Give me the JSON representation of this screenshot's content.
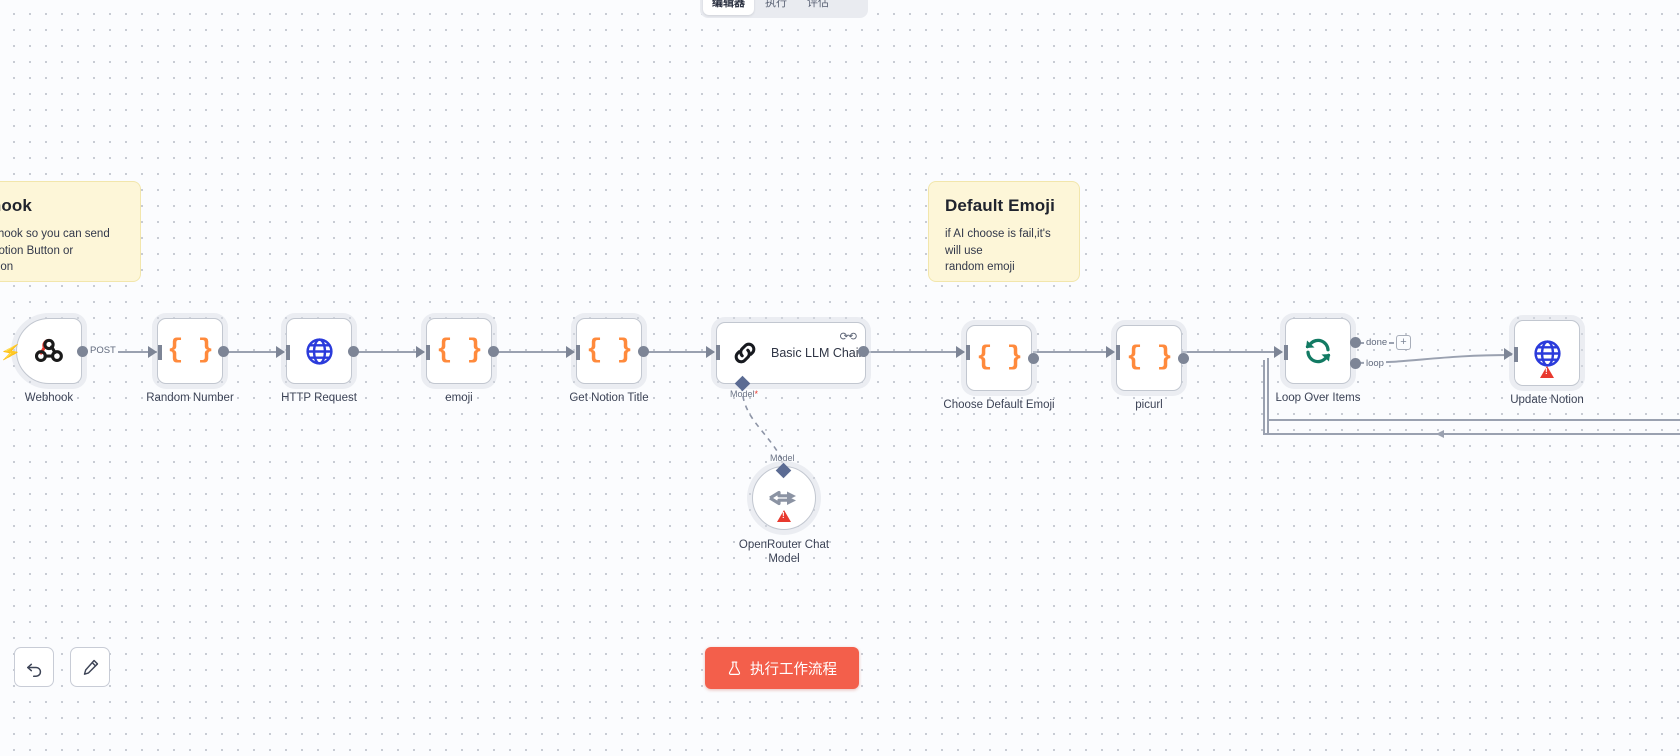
{
  "app": {
    "name": "n8n-workflow-canvas"
  },
  "tabs": [
    {
      "label": "编辑器",
      "active": true
    },
    {
      "label": "执行",
      "active": false
    },
    {
      "label": "评估",
      "active": false
    }
  ],
  "sticky_notes": [
    {
      "title": "Webhook",
      "body": "use webhook so you can send\nreq by Notion Button or\nAutomation",
      "color": "#fdf6d8"
    },
    {
      "title": "Default Emoji",
      "body": "if AI choose is fail,it's will use\nrandom emoji",
      "color": "#fdf6d8"
    }
  ],
  "nodes": [
    {
      "id": "webhook",
      "label": "Webhook",
      "icon": "webhook-icon",
      "kind": "trigger"
    },
    {
      "id": "random-number",
      "label": "Random Number",
      "icon": "code-braces-icon",
      "kind": "code"
    },
    {
      "id": "http-request",
      "label": "HTTP Request",
      "icon": "globe-icon",
      "kind": "http"
    },
    {
      "id": "emoji",
      "label": "emoji",
      "icon": "code-braces-icon",
      "kind": "code"
    },
    {
      "id": "get-notion-title",
      "label": "Get Notion Title",
      "icon": "code-braces-icon",
      "kind": "code"
    },
    {
      "id": "basic-llm-chain",
      "label": "Basic LLM Chain",
      "icon": "chain-link-icon",
      "kind": "chain"
    },
    {
      "id": "choose-default-emoji",
      "label": "Choose Default Emoji",
      "icon": "code-braces-icon",
      "kind": "code"
    },
    {
      "id": "picurl",
      "label": "picurl",
      "icon": "code-braces-icon",
      "kind": "code"
    },
    {
      "id": "loop-over-items",
      "label": "Loop Over Items",
      "icon": "loop-refresh-icon",
      "kind": "loop"
    },
    {
      "id": "update-notion",
      "label": "Update Notion",
      "icon": "globe-icon",
      "kind": "http"
    }
  ],
  "subnodes": [
    {
      "id": "openrouter-chat-model",
      "label": "OpenRouter Chat Model",
      "icon": "openrouter-icon",
      "status": "warning"
    }
  ],
  "connection_labels": {
    "webhook_out": "POST",
    "loop_done": "done",
    "loop_loop": "loop",
    "model_port": "Model",
    "model_required_port": "Model"
  },
  "ports": {
    "required_marker": "*"
  },
  "node_badges": {
    "basic_llm_chain_retry": "retry-icon"
  },
  "toolbar": {
    "undo_label": "undo-icon",
    "tidy_label": "tidy-up-icon",
    "add_node_label": "+"
  },
  "execute": {
    "label": "执行工作流程",
    "icon": "flask-icon",
    "color": "#f35f4b"
  }
}
